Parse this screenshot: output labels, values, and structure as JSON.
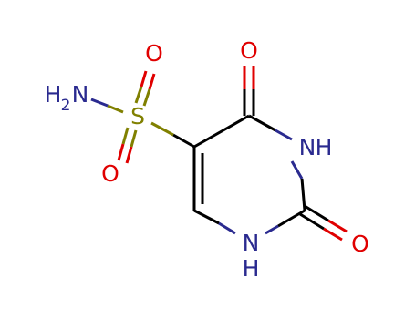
{
  "molecule": {
    "atoms": [
      {
        "id": "O_sulfonyl_top",
        "label": "O",
        "element": "O"
      },
      {
        "id": "O_carbonyl_top",
        "label": "O",
        "element": "O"
      },
      {
        "id": "N_amide",
        "label": "N",
        "prefix": "H",
        "subscript": "2",
        "element": "N"
      },
      {
        "id": "S",
        "label": "S",
        "element": "S"
      },
      {
        "id": "N3",
        "label": "N",
        "suffix": "H",
        "element": "N"
      },
      {
        "id": "O_sulfonyl_bottom",
        "label": "O",
        "element": "O"
      },
      {
        "id": "N1",
        "label": "N",
        "bottom": "H",
        "element": "N"
      },
      {
        "id": "O_carbonyl_right",
        "label": "O",
        "element": "O"
      }
    ],
    "colors": {
      "carbon": "#000000",
      "oxygen": "#e00000",
      "nitrogen": "#2a2a8f",
      "sulfur": "#808000"
    }
  }
}
